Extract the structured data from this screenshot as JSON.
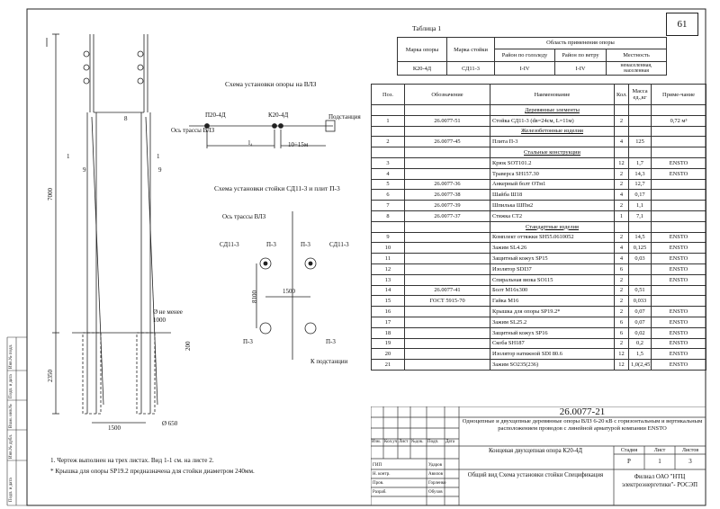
{
  "sheet": {
    "page_number": "61",
    "table_label": "Таблица 1",
    "app_table": {
      "headers": [
        "Марка опоры",
        "Марка стойки",
        "Область применения опоры",
        "Район по гололеду",
        "Район по ветру",
        "Местность"
      ],
      "row": [
        "К20-4Д",
        "СД11-3",
        "I-IV",
        "I-IV",
        "ненаселенная, населенная"
      ]
    },
    "scheme1_title": "Схема установки опоры на ВЛЗ",
    "scheme1_labels": {
      "p": "П20-4Д",
      "k": "К20-4Д",
      "sub": "Подстанция",
      "axis": "Ось трассы ВЛЗ",
      "l": "l₄",
      "dist": "10÷15м"
    },
    "scheme2_title": "Схема установки стойки СД11-3 и плит П-3",
    "scheme2_labels": {
      "axis": "Ось трассы ВЛЗ",
      "sd1": "СД11-3",
      "p1": "П-3",
      "p2": "П-3",
      "sd2": "СД11-3",
      "p3": "П-3",
      "p4": "П-3",
      "d8100": "8100",
      "d1500": "1500",
      "tosub": "К подстанции"
    },
    "pole_labels": {
      "h7000": "7000",
      "h2350": "2350",
      "d1500": "1500",
      "d650": "Ø 650",
      "d1000": "1000",
      "d200": "200",
      "depth": "Ø не менее",
      "n1": "1",
      "n9": "9",
      "n8": "8",
      "n1b": "1",
      "n9b": "9"
    },
    "notes": [
      "1. Чертеж выполнен на трех листах. Вид 1-1 см. на листе 2.",
      "* Крышка для опоры SP19.2 предназначена для стойки диаметром 240мм."
    ],
    "main_table": {
      "headers": [
        "Поз.",
        "Обозначение",
        "Наименование",
        "Кол.",
        "Масса ед.,кг",
        "Приме-чание"
      ],
      "rows": [
        {
          "sec": "Деревянные элементы"
        },
        {
          "c": [
            "1",
            "26.0077-51",
            "Стойка СД11-3 (dв=24см, L=11м)",
            "2",
            "",
            "0,72 м³"
          ]
        },
        {
          "sec": "Железобетонные изделия"
        },
        {
          "c": [
            "2",
            "26.0077-45",
            "Плита П-3",
            "4",
            "125",
            ""
          ]
        },
        {
          "sec": "Стальные конструкции"
        },
        {
          "c": [
            "3",
            "",
            "Крюк SOT101.2",
            "12",
            "1,7",
            "ENSTO"
          ]
        },
        {
          "c": [
            "4",
            "",
            "Траверса SH157.30",
            "2",
            "14,3",
            "ENSTO"
          ]
        },
        {
          "c": [
            "5",
            "26.0077-36",
            "Анкерный болт ОТм1",
            "2",
            "12,7",
            ""
          ]
        },
        {
          "c": [
            "6",
            "26.0077-38",
            "Шайба Ш18",
            "4",
            "0,17",
            ""
          ]
        },
        {
          "c": [
            "7",
            "26.0077-39",
            "Шпилька ШПм2",
            "2",
            "1,1",
            ""
          ]
        },
        {
          "c": [
            "8",
            "26.0077-37",
            "Стяжка СТ2",
            "1",
            "7,1",
            ""
          ]
        },
        {
          "sec": "Стандартные изделия"
        },
        {
          "c": [
            "9",
            "",
            "Комплект оттяжки SH55.0610052",
            "2",
            "14,5",
            "ENSTO"
          ]
        },
        {
          "c": [
            "10",
            "",
            "Зажим SL4.26",
            "4",
            "0,125",
            "ENSTO"
          ]
        },
        {
          "c": [
            "11",
            "",
            "Защитный кожух SP15",
            "4",
            "0,03",
            "ENSTO"
          ]
        },
        {
          "c": [
            "12",
            "",
            "Изолятор SDI37",
            "6",
            "",
            "ENSTO"
          ]
        },
        {
          "c": [
            "13",
            "",
            "Спиральная вязка SO115",
            "2",
            "",
            "ENSTO"
          ]
        },
        {
          "c": [
            "14",
            "26.0077-41",
            "Болт М16х300",
            "2",
            "0,51",
            ""
          ]
        },
        {
          "c": [
            "15",
            "ГОСТ 5915-70",
            "Гайка М16",
            "2",
            "0,033",
            ""
          ]
        },
        {
          "c": [
            "16",
            "",
            "Крышка для опоры SP19.2*",
            "2",
            "0,07",
            "ENSTO"
          ]
        },
        {
          "c": [
            "17",
            "",
            "Зажим SL25.2",
            "6",
            "0,07",
            "ENSTO"
          ]
        },
        {
          "c": [
            "18",
            "",
            "Защитный кожух SP16",
            "6",
            "0,02",
            "ENSTO"
          ]
        },
        {
          "c": [
            "19",
            "",
            "Скоба SH187",
            "2",
            "0,2",
            "ENSTO"
          ]
        },
        {
          "c": [
            "20",
            "",
            "Изолятор натяжной SDI 80.6",
            "12",
            "1,5",
            "ENSTO"
          ]
        },
        {
          "c": [
            "21",
            "",
            "Зажим SO235(236)",
            "12",
            "1,0(2,45)",
            "ENSTO"
          ]
        }
      ]
    },
    "title_block": {
      "code": "26.0077-21",
      "desc": "Одноцепные и двухцепные деревянные опоры ВЛЗ 6-20 кВ с горизонтальным и вертикальным расположением проводов с линейной арматурой компании ENSTO",
      "obj": "Концевая двухцепная опора К20-4Д",
      "sheet_name": "Общий вид Схема установки стойки Спецификация",
      "stage_h": [
        "Стадия",
        "Лист",
        "Листов"
      ],
      "stage_v": [
        "Р",
        "1",
        "3"
      ],
      "org": "Филиал ОАО \"НТЦ электроэнергетики\"- РОСЭП",
      "rev_heads": [
        "Изм.",
        "Кол.уч",
        "Лист",
        "№док.",
        "Подп.",
        "Дата"
      ],
      "staff": [
        [
          "ГИП",
          "Ударов"
        ],
        [
          "Н. контр.",
          "Авилов"
        ],
        [
          "Пров.",
          "Горленко"
        ],
        [
          "Разраб.",
          "Обухов"
        ]
      ]
    },
    "side_labels": [
      "Инв.№ подл.",
      "Подп. и дата",
      "Взам. инв.№",
      "Инв.№ дубл.",
      "Подп. и дата"
    ]
  }
}
